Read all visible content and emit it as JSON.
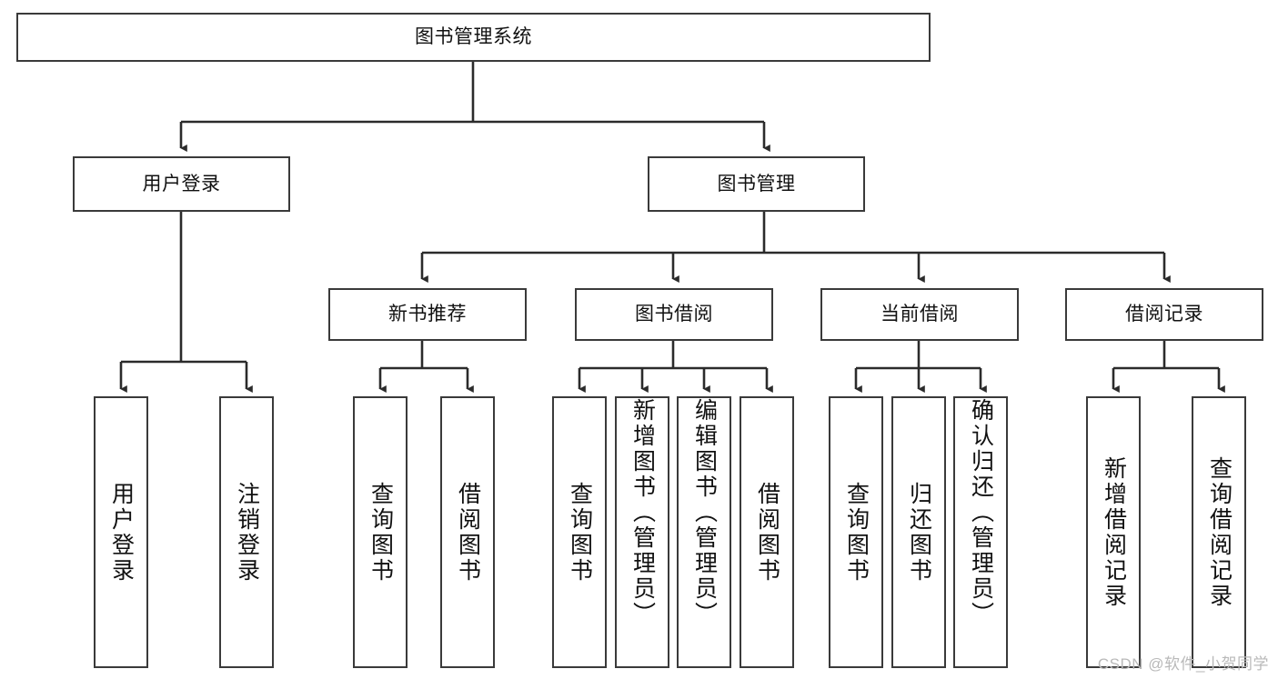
{
  "diagram": {
    "type": "tree",
    "title": "图书管理系统",
    "watermark": "CSDN @软件_小贺同学",
    "colors": {
      "box_border": "#3a3a3a",
      "box_fill": "#ffffff",
      "connector": "#2b2b2b",
      "text": "#111111",
      "watermark": "#b9b9b9"
    },
    "root": {
      "label": "图书管理系统"
    },
    "level2": [
      {
        "label": "用户登录"
      },
      {
        "label": "图书管理"
      }
    ],
    "level3": [
      {
        "label": "新书推荐"
      },
      {
        "label": "图书借阅"
      },
      {
        "label": "当前借阅"
      },
      {
        "label": "借阅记录"
      }
    ],
    "leaves": {
      "user_login": [
        {
          "label": "用户登录"
        },
        {
          "label": "注销登录"
        }
      ],
      "new_book_recommend": [
        {
          "label": "查询图书"
        },
        {
          "label": "借阅图书"
        }
      ],
      "book_borrow": [
        {
          "label": "查询图书"
        },
        {
          "label": "新增图书（管理员）"
        },
        {
          "label": "编辑图书（管理员）"
        },
        {
          "label": "借阅图书"
        }
      ],
      "current_borrow": [
        {
          "label": "查询图书"
        },
        {
          "label": "归还图书"
        },
        {
          "label": "确认归还（管理员）"
        }
      ],
      "borrow_records": [
        {
          "label": "新增借阅记录"
        },
        {
          "label": "查询借阅记录"
        }
      ]
    }
  }
}
